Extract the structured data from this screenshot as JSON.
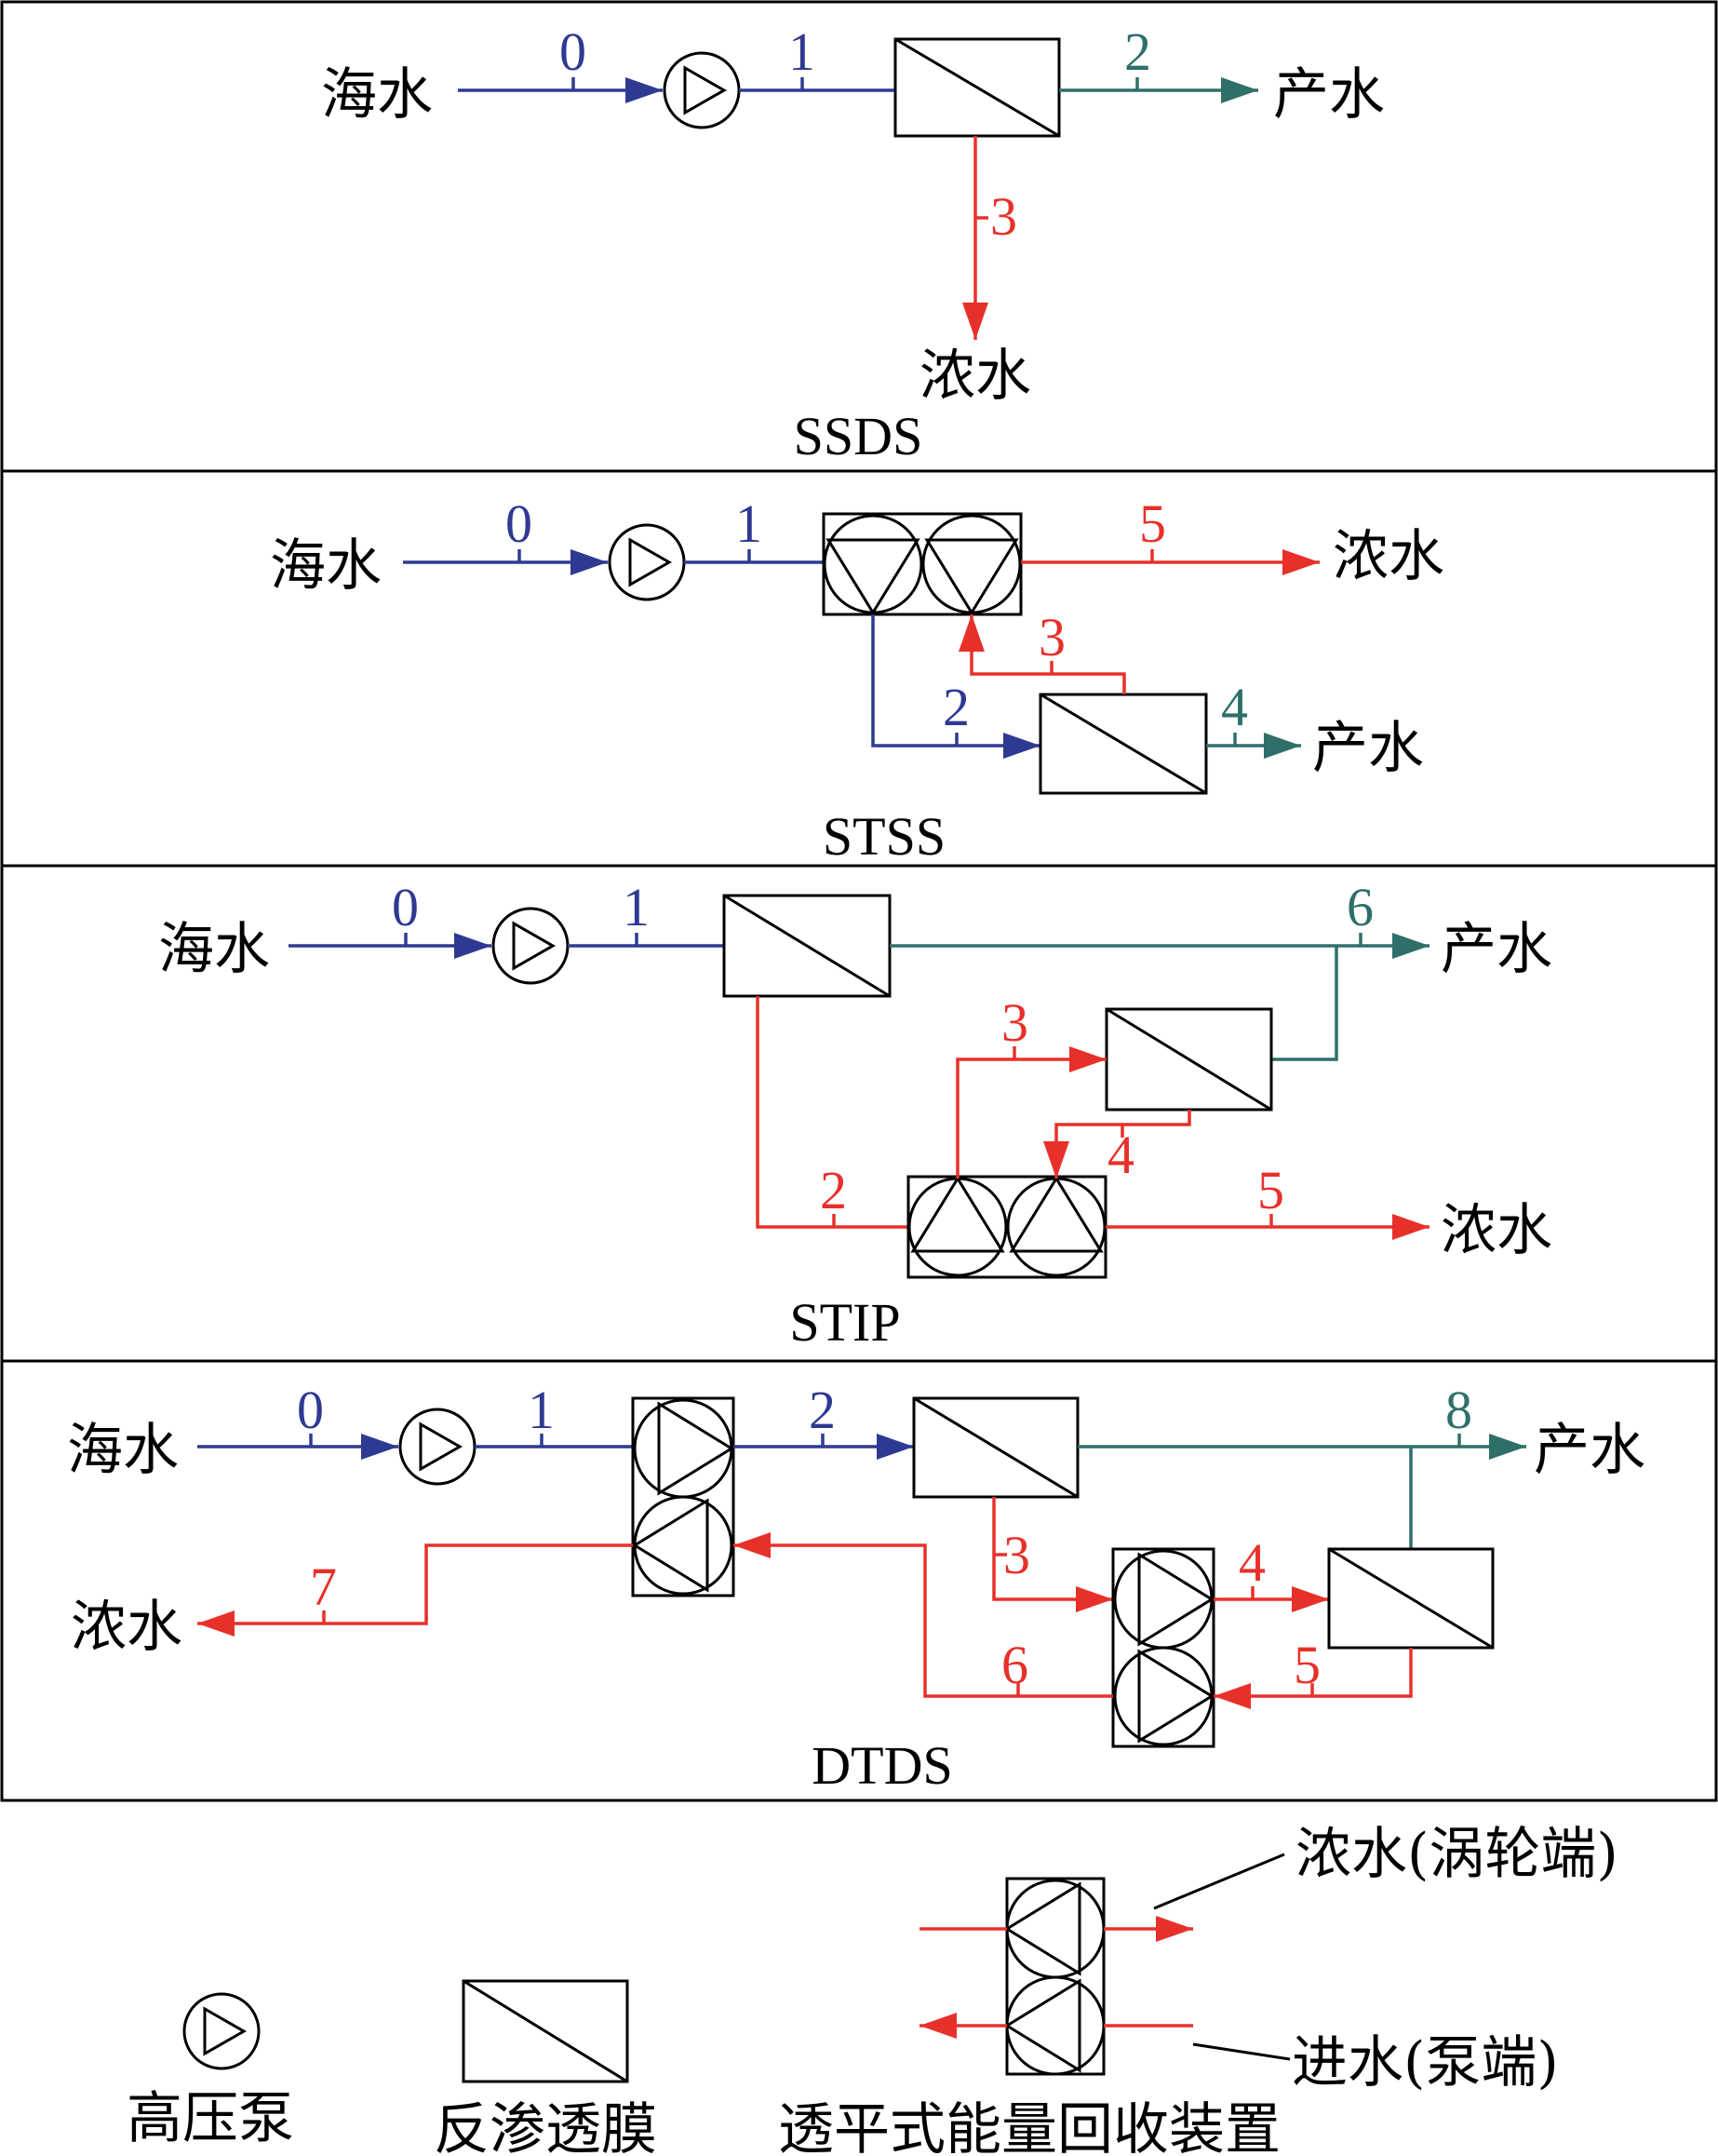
{
  "colors": {
    "feed": "#2e3a92",
    "brine": "#e8302a",
    "product": "#2f6f6a",
    "ink": "#000000"
  },
  "icons": [
    "high-pressure-pump-icon",
    "ro-membrane-icon",
    "erd-icon",
    "arrow-icon"
  ],
  "terms": {
    "seawater": "海水",
    "product": "产水",
    "brine": "浓水"
  },
  "panels": [
    {
      "title": "SSDS",
      "streams": [
        "0",
        "1",
        "2",
        "3"
      ]
    },
    {
      "title": "STSS",
      "streams": [
        "0",
        "1",
        "2",
        "3",
        "4",
        "5"
      ]
    },
    {
      "title": "STIP",
      "streams": [
        "0",
        "1",
        "2",
        "3",
        "4",
        "5",
        "6"
      ]
    },
    {
      "title": "DTDS",
      "streams": [
        "0",
        "1",
        "2",
        "3",
        "4",
        "5",
        "6",
        "7",
        "8"
      ]
    }
  ],
  "legend": {
    "pump": "高压泵",
    "membrane": "反渗透膜",
    "erd": "透平式能量回收装置",
    "turbine_side": "浓水(涡轮端)",
    "pump_side": "进水(泵端)"
  }
}
